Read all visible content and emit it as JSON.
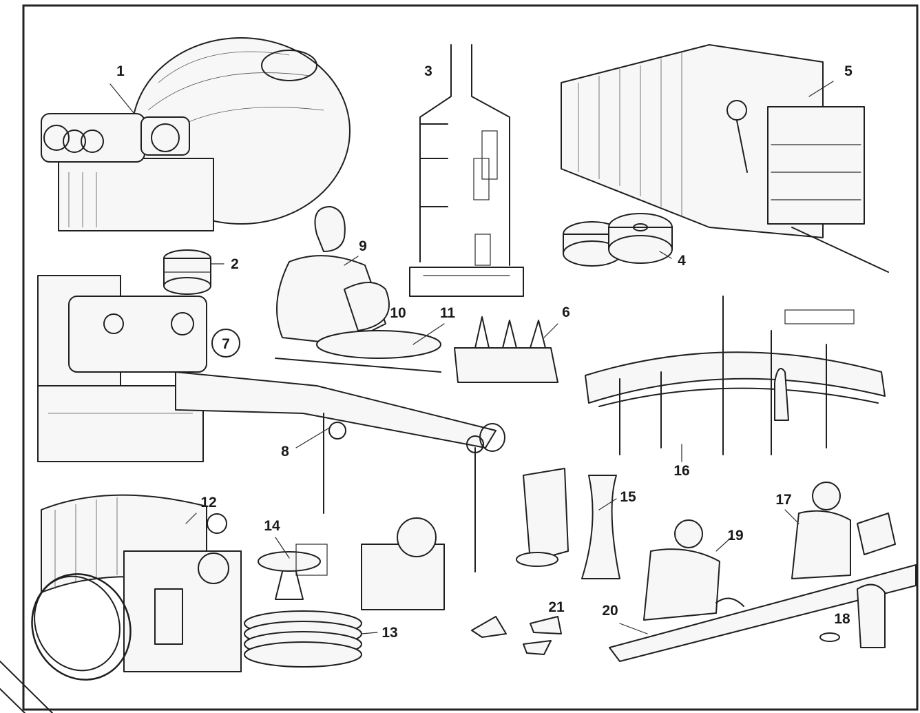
{
  "callouts": [
    {
      "id": "c1",
      "label": "1"
    },
    {
      "id": "c2",
      "label": "2"
    },
    {
      "id": "c3",
      "label": "3"
    },
    {
      "id": "c4",
      "label": "4"
    },
    {
      "id": "c5",
      "label": "5"
    },
    {
      "id": "c6",
      "label": "6"
    },
    {
      "id": "c7",
      "label": "7"
    },
    {
      "id": "c8",
      "label": "8"
    },
    {
      "id": "c9",
      "label": "9"
    },
    {
      "id": "c10",
      "label": "10"
    },
    {
      "id": "c11",
      "label": "11"
    },
    {
      "id": "c12",
      "label": "12"
    },
    {
      "id": "c13",
      "label": "13"
    },
    {
      "id": "c14",
      "label": "14"
    },
    {
      "id": "c15",
      "label": "15"
    },
    {
      "id": "c16",
      "label": "16"
    },
    {
      "id": "c17",
      "label": "17"
    },
    {
      "id": "c18",
      "label": "18"
    },
    {
      "id": "c19",
      "label": "19"
    },
    {
      "id": "c20",
      "label": "20"
    },
    {
      "id": "c21",
      "label": "21"
    }
  ],
  "colors": {
    "ink": "#1f1f1f",
    "paper": "#ffffff"
  }
}
